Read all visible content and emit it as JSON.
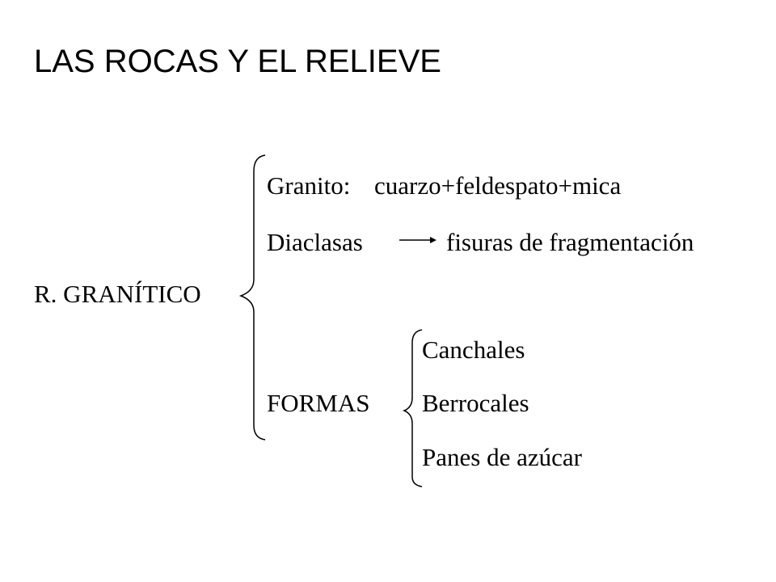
{
  "title": "LAS ROCAS Y EL RELIEVE",
  "root": {
    "label": "R. GRANÍTICO",
    "granito": {
      "label": "Granito:",
      "value": "cuarzo+feldespato+mica"
    },
    "diaclasas": {
      "label": "Diaclasas",
      "value": "fisuras de fragmentación"
    },
    "formas": {
      "label": "FORMAS",
      "items": [
        "Canchales",
        "Berrocales",
        "Panes de azúcar"
      ]
    }
  },
  "colors": {
    "text": "#000000",
    "lines": "#000000",
    "background": "#ffffff"
  }
}
